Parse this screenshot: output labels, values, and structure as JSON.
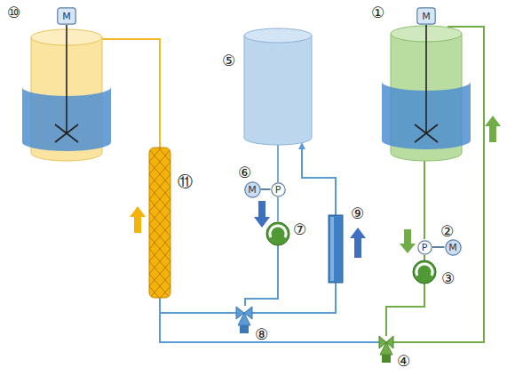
{
  "diagram": {
    "nodes": [
      {
        "text": [
          "M"
        ]
      },
      {
        "text": [
          "M"
        ]
      },
      {
        "text": [
          "P"
        ]
      },
      {
        "text": [
          "M"
        ]
      },
      {
        "text": [
          "P"
        ]
      },
      {
        "text": [
          "M"
        ]
      }
    ],
    "edges": [
      {
        "from": 1,
        "to": 2,
        "arrow": "none"
      },
      {
        "from": 4,
        "to": 5,
        "arrow": "none"
      }
    ],
    "labels": [
      "⑩",
      "⑤",
      "①",
      "⑥",
      "②",
      "⑦",
      "③",
      "⑪",
      "⑨",
      "⑧",
      "④"
    ]
  }
}
